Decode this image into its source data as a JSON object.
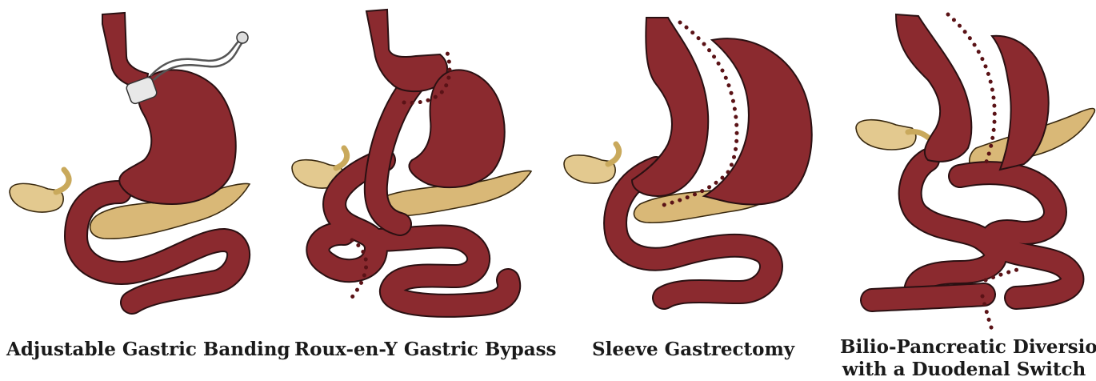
{
  "panels": [
    {
      "id": "banding",
      "caption_lines": [
        "Adjustable Gastric Banding"
      ]
    },
    {
      "id": "bypass",
      "caption_lines": [
        "Roux-en-Y Gastric Bypass"
      ]
    },
    {
      "id": "sleeve",
      "caption_lines": [
        "Sleeve Gastrectomy"
      ]
    },
    {
      "id": "switch",
      "caption_lines": [
        "Bilio-Pancreatic Diversion",
        "with a Duodenal Switch"
      ]
    }
  ],
  "colors": {
    "stomach": "#8b2a2f",
    "outline": "#2a1012",
    "pancreas": "#d9b877",
    "gallbladder": "#e3c98f",
    "staple_line": "#5a1216",
    "band": "#e8e8e8"
  }
}
